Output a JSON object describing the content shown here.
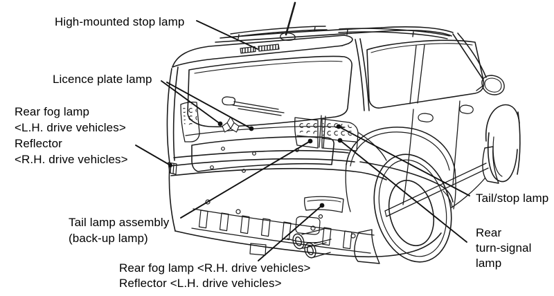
{
  "colors": {
    "background": "#ffffff",
    "line": "#1a1a1a",
    "text": "#000000"
  },
  "labels": {
    "high_mounted_stop_lamp": "High-mounted stop lamp",
    "licence_plate_lamp": "Licence plate lamp",
    "rear_fog_reflector_left": {
      "line1": "Rear fog lamp",
      "line2": "<L.H. drive vehicles>",
      "line3": "Reflector",
      "line4": "<R.H. drive vehicles>"
    },
    "tail_lamp_assembly": {
      "line1": "Tail lamp assembly",
      "line2": "(back-up lamp)"
    },
    "rear_fog_reflector_bottom": {
      "line1": "Rear fog lamp <R.H. drive vehicles>",
      "line2": "Reflector <L.H. drive vehicles>"
    },
    "tail_stop_lamp": "Tail/stop lamp",
    "rear_turn_signal_lamp": {
      "line1": "Rear",
      "line2": "turn-signal",
      "line3": "lamp"
    }
  }
}
